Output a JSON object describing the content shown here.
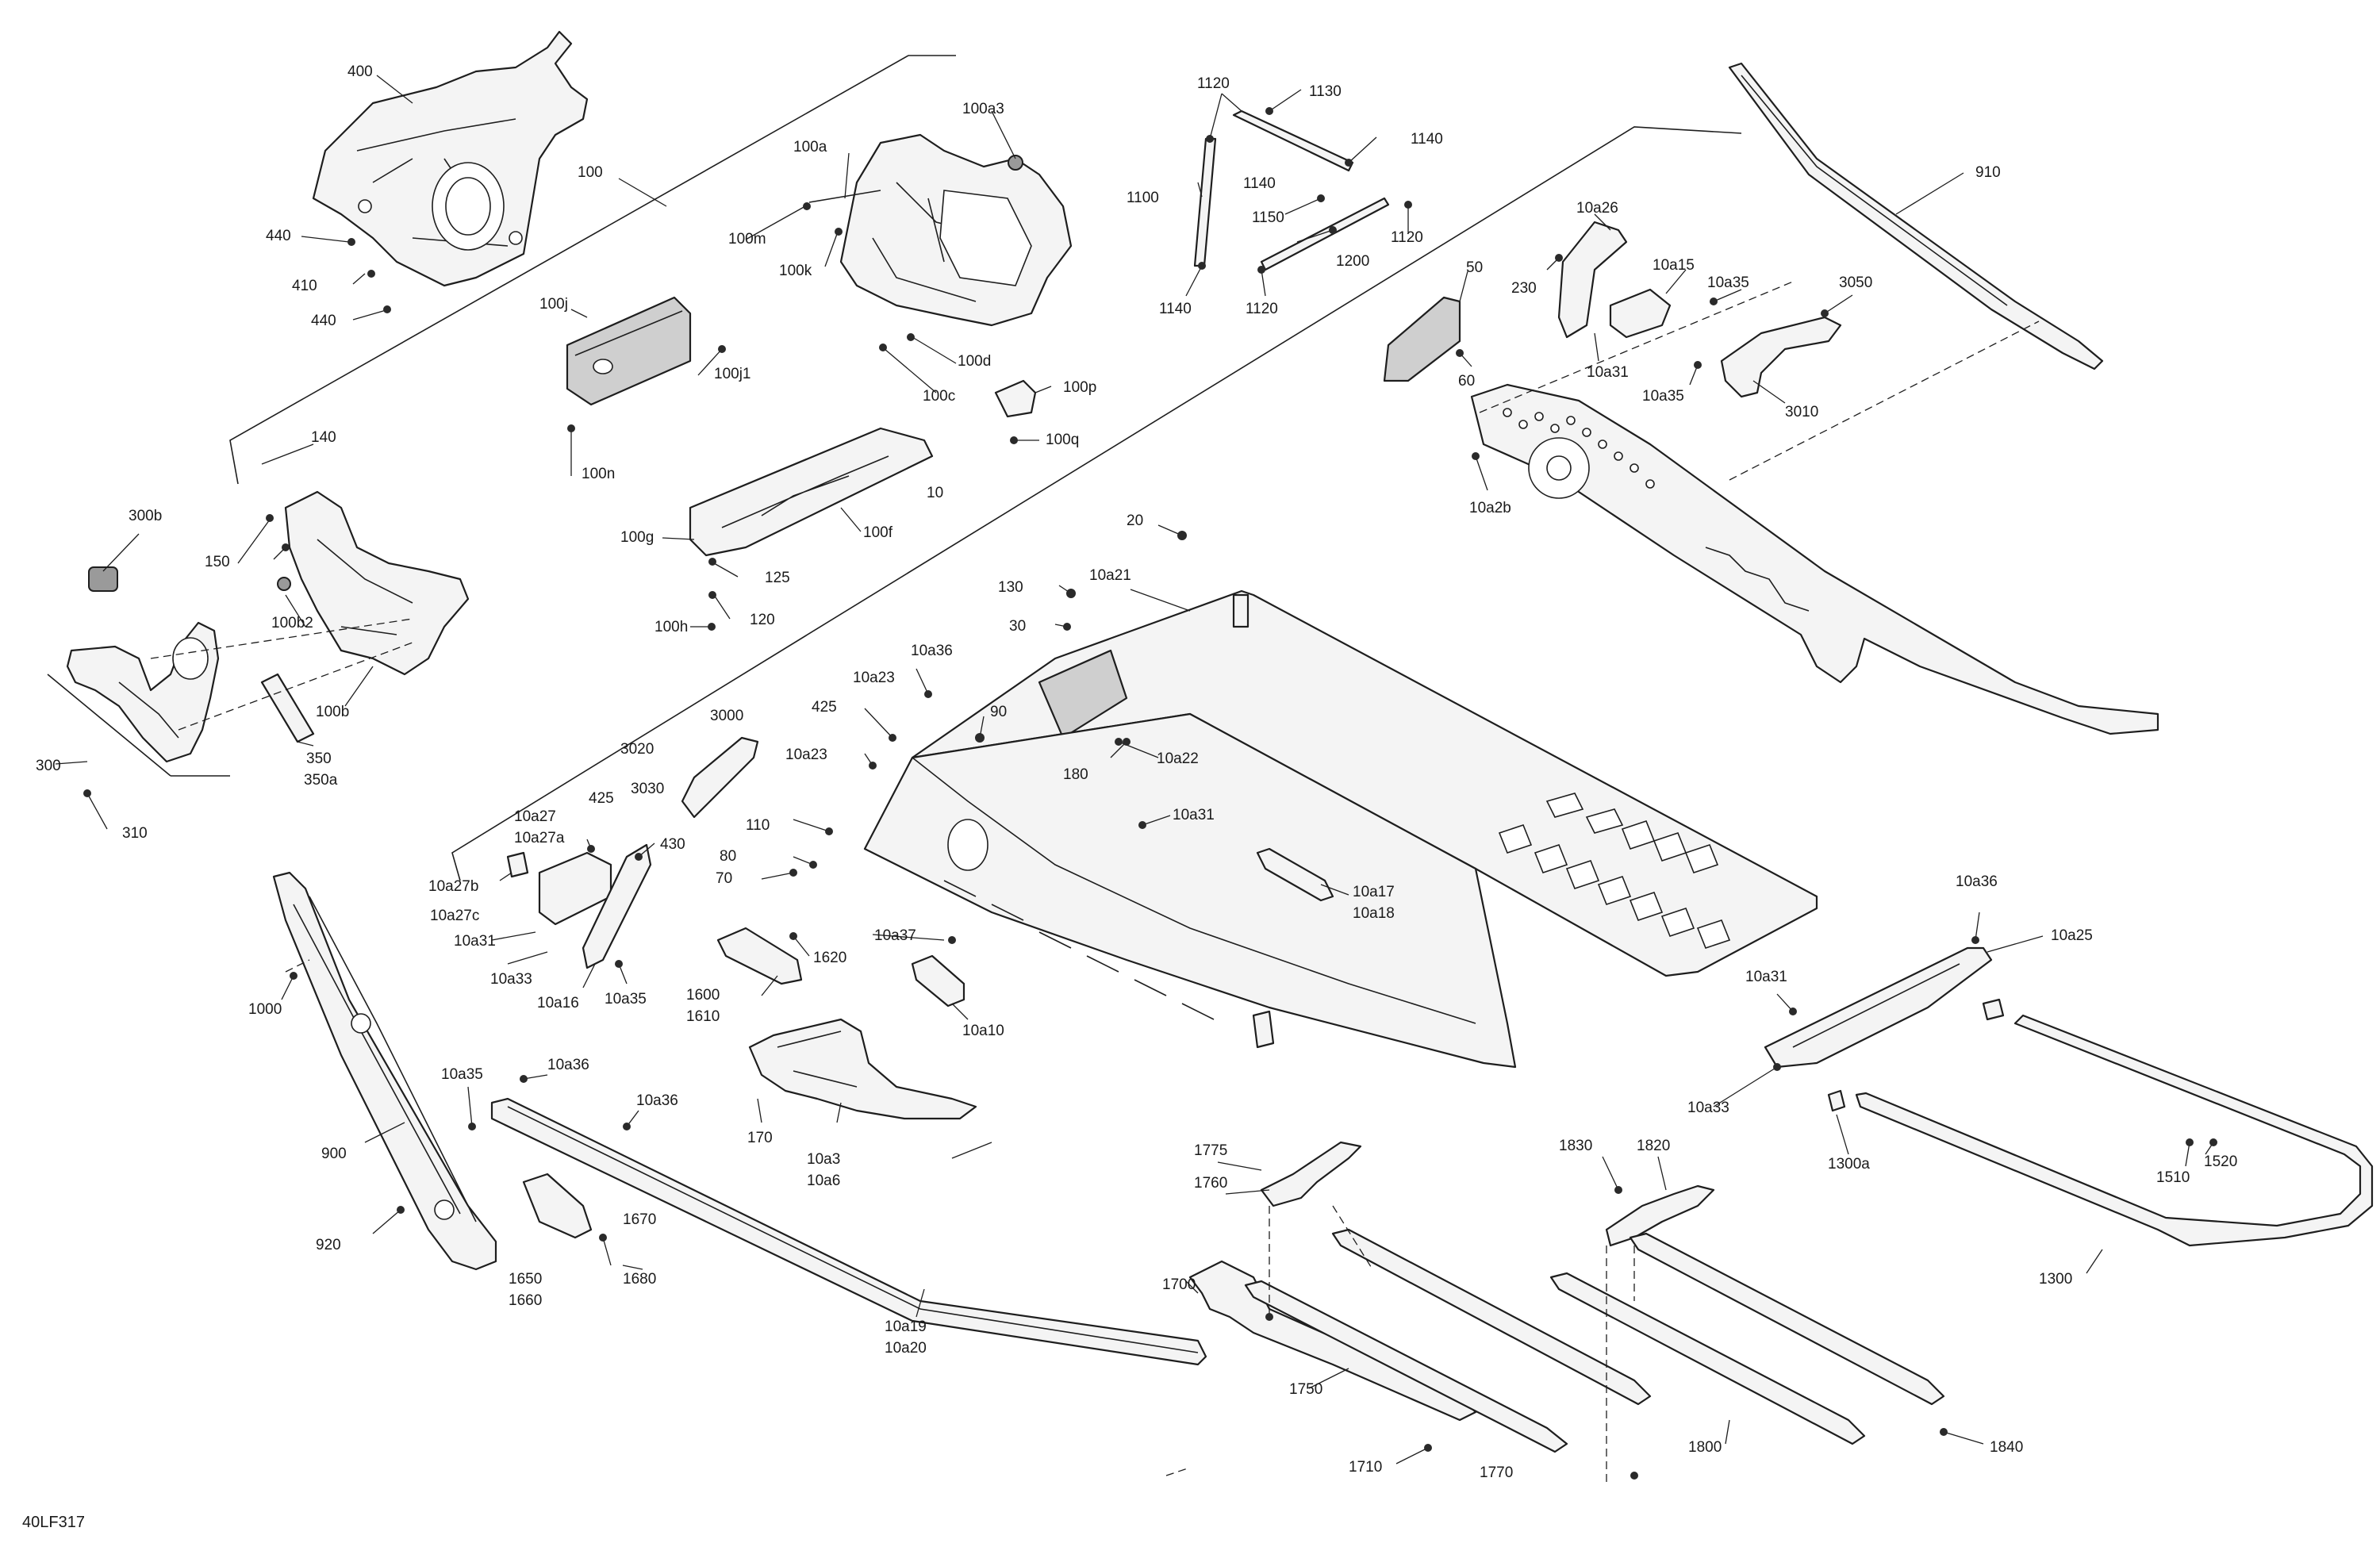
{
  "drawing_code": "40LF317",
  "labels": {
    "400": "400",
    "100": "100",
    "440a": "440",
    "410": "410",
    "440b": "440",
    "100a": "100a",
    "100a3": "100a3",
    "100m": "100m",
    "100k": "100k",
    "100d": "100d",
    "100c": "100c",
    "100p": "100p",
    "100q": "100q",
    "100j": "100j",
    "100j1": "100j1",
    "100n": "100n",
    "100f": "100f",
    "100g": "100g",
    "125": "125",
    "120": "120",
    "100h": "100h",
    "10": "10",
    "140": "140",
    "150": "150",
    "300b": "300b",
    "100b2": "100b2",
    "100b": "100b",
    "300": "300",
    "350": "350",
    "350a": "350a",
    "310": "310",
    "1120a": "1120",
    "1130": "1130",
    "1140a": "1140",
    "1100": "1100",
    "1140b": "1140",
    "1150": "1150",
    "1120b": "1120",
    "1200": "1200",
    "1140c": "1140",
    "1120c": "1120",
    "910": "910",
    "10a26": "10a26",
    "230": "230",
    "10a15": "10a15",
    "10a35a": "10a35",
    "50": "50",
    "3050": "3050",
    "60": "60",
    "10a31a": "10a31",
    "10a35b": "10a35",
    "3010": "3010",
    "10a2b": "10a2b",
    "20": "20",
    "130": "130",
    "10a21": "10a21",
    "30": "30",
    "10a36a": "10a36",
    "10a23a": "10a23",
    "425a": "425",
    "90": "90",
    "10a23b": "10a23",
    "180": "180",
    "10a22": "10a22",
    "3000": "3000",
    "3020": "3020",
    "3030": "3030",
    "10a31b": "10a31",
    "110": "110",
    "80": "80",
    "70": "70",
    "10a17": "10a17",
    "10a18": "10a18",
    "10a27": "10a27",
    "10a27a": "10a27a",
    "425b": "425",
    "430": "430",
    "10a27b": "10a27b",
    "10a27c": "10a27c",
    "10a31c": "10a31",
    "10a33a": "10a33",
    "10a16": "10a16",
    "10a35c": "10a35",
    "1600": "1600",
    "1610": "1610",
    "1620": "1620",
    "10a37": "10a37",
    "10a10": "10a10",
    "1000": "1000",
    "900": "900",
    "920": "920",
    "10a35d": "10a35",
    "10a36b": "10a36",
    "10a36c": "10a36",
    "170": "170",
    "10a3": "10a3",
    "10a6": "10a6",
    "1670": "1670",
    "1650": "1650",
    "1660": "1660",
    "1680": "1680",
    "10a19": "10a19",
    "10a20": "10a20",
    "10a36d": "10a36",
    "10a25": "10a25",
    "10a31d": "10a31",
    "10a33b": "10a33",
    "1300a": "1300a",
    "1510": "1510",
    "1520": "1520",
    "1300": "1300",
    "1775": "1775",
    "1760": "1760",
    "1700": "1700",
    "1750": "1750",
    "1710": "1710",
    "1770": "1770",
    "1830": "1830",
    "1820": "1820",
    "1800": "1800",
    "1840": "1840"
  }
}
